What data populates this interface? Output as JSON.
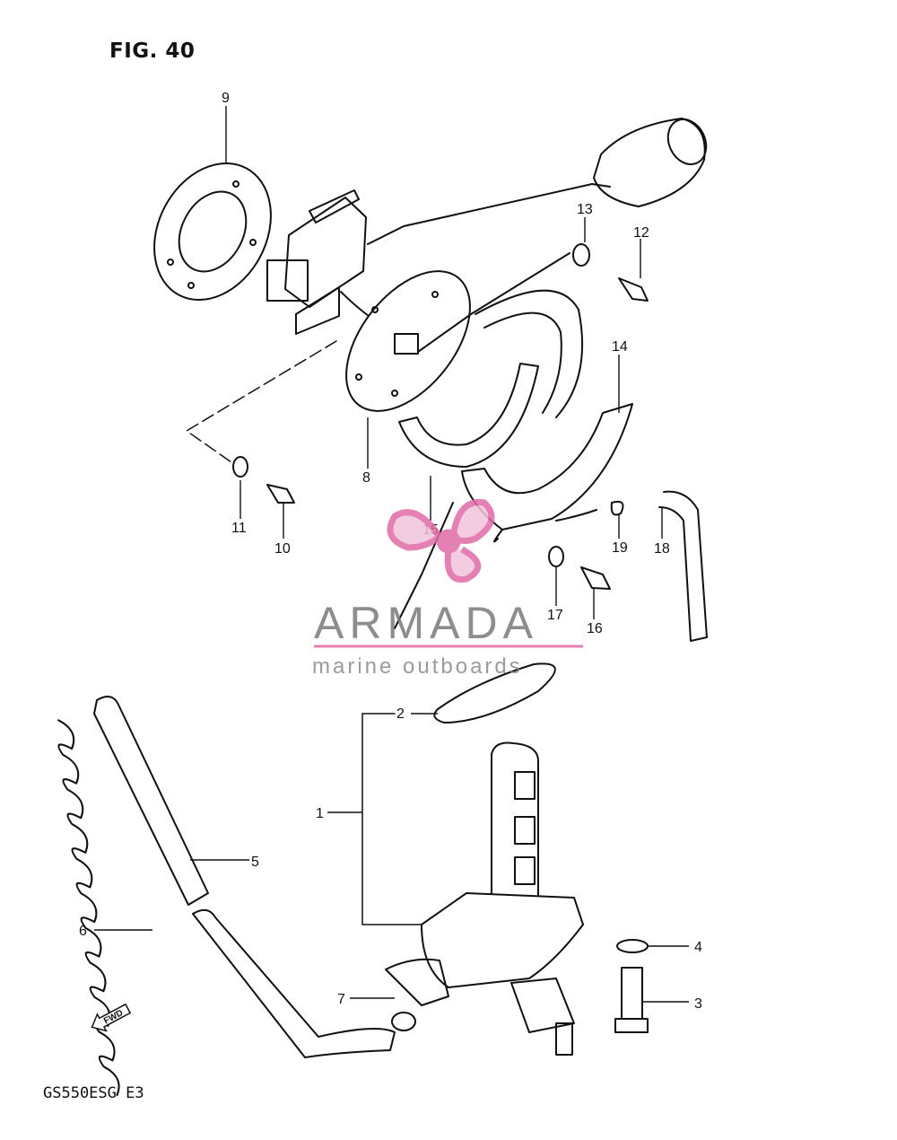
{
  "figure": {
    "title": "FIG. 40",
    "model": "GS550ESG  E3"
  },
  "callouts": [
    {
      "label": "1",
      "part": "fuel-cock-assembly"
    },
    {
      "label": "2",
      "part": "o-ring"
    },
    {
      "label": "3",
      "part": "bolt"
    },
    {
      "label": "4",
      "part": "washer"
    },
    {
      "label": "5",
      "part": "fuel-hose"
    },
    {
      "label": "6",
      "part": "hose-spring"
    },
    {
      "label": "7",
      "part": "clamp"
    },
    {
      "label": "8",
      "part": "fuel-gauge-plate"
    },
    {
      "label": "9",
      "part": "gasket"
    },
    {
      "label": "10",
      "part": "screw"
    },
    {
      "label": "11",
      "part": "washer"
    },
    {
      "label": "12",
      "part": "bolt"
    },
    {
      "label": "13",
      "part": "washer"
    },
    {
      "label": "14",
      "part": "protector"
    },
    {
      "label": "15",
      "part": "cushion"
    },
    {
      "label": "16",
      "part": "screw"
    },
    {
      "label": "17",
      "part": "washer"
    },
    {
      "label": "18",
      "part": "hose"
    },
    {
      "label": "19",
      "part": "clamp"
    }
  ],
  "watermark": {
    "title": "ARMADA",
    "subtitle": "marine outboards",
    "accent": "#e06aa6",
    "text_color": "#7a7a7a"
  },
  "arrow": {
    "label": "FWD",
    "icon": "fwd-arrow-icon"
  },
  "colors": {
    "ink": "#111111",
    "background": "#ffffff"
  }
}
